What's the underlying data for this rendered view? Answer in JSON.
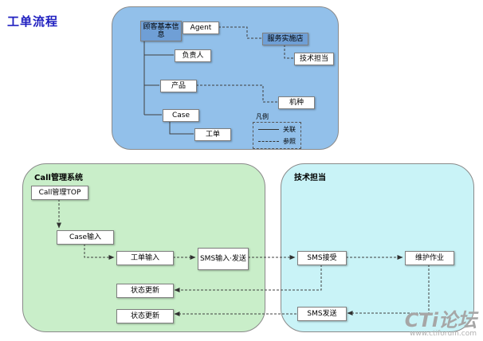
{
  "title": "工单流程",
  "top_panel": {
    "nodes": {
      "customer_info": "顾客基本信息",
      "agent": "Agent",
      "service_store": "服务实施店",
      "tech_lead": "技术担当",
      "person_in_charge": "负责人",
      "product": "产品",
      "model": "机种",
      "case": "Case",
      "work_order": "工单"
    },
    "legend": {
      "title": "凡例",
      "solid_label": "关联",
      "dashed_label": "参照"
    }
  },
  "call_panel": {
    "title": "Call管理系统",
    "nodes": {
      "call_top": "Call管理TOP",
      "case_input": "Case输入",
      "order_input": "工单输入",
      "sms_input": "SMS输入·发送",
      "status_update_1": "状态更新",
      "status_update_2": "状态更新"
    }
  },
  "tech_panel": {
    "title": "技术担当",
    "nodes": {
      "sms_receive": "SMS接受",
      "maintenance": "维护作业",
      "sms_send": "SMS发送"
    }
  },
  "watermark": {
    "logo": "CTi论坛",
    "url": "www.ctiforum.com"
  },
  "colors": {
    "title": "#2020c0",
    "top_panel_bg": "#92c0ea",
    "blue_node_bg": "#6f9fd6",
    "green_panel_bg": "#c9eec9",
    "cyan_panel_bg": "#c9f3f7",
    "node_border": "#7f7f7f",
    "connector": "#404040",
    "watermark": "#a6a6a6"
  }
}
